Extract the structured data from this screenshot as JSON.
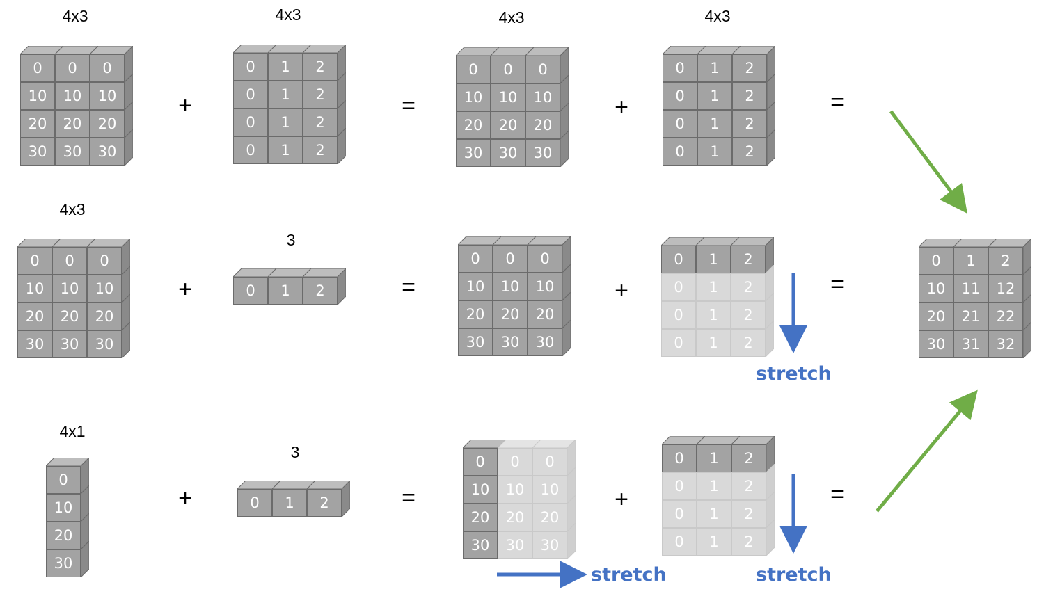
{
  "colors": {
    "green_arrow": "#70ad47",
    "blue_arrow": "#4472c4",
    "cube": "#a3a3a3",
    "ghost": "#d9d9d9"
  },
  "rows": [
    {
      "a": {
        "label": "4x3",
        "cells": [
          [
            "0",
            "0",
            "0"
          ],
          [
            "10",
            "10",
            "10"
          ],
          [
            "20",
            "20",
            "20"
          ],
          [
            "30",
            "30",
            "30"
          ]
        ]
      },
      "b": {
        "label": "4x3",
        "cells": [
          [
            "0",
            "1",
            "2"
          ],
          [
            "0",
            "1",
            "2"
          ],
          [
            "0",
            "1",
            "2"
          ],
          [
            "0",
            "1",
            "2"
          ]
        ]
      },
      "c": {
        "label": "4x3",
        "cells": [
          [
            "0",
            "0",
            "0"
          ],
          [
            "10",
            "10",
            "10"
          ],
          [
            "20",
            "20",
            "20"
          ],
          [
            "30",
            "30",
            "30"
          ]
        ]
      },
      "d": {
        "label": "4x3",
        "cells": [
          [
            "0",
            "1",
            "2"
          ],
          [
            "0",
            "1",
            "2"
          ],
          [
            "0",
            "1",
            "2"
          ],
          [
            "0",
            "1",
            "2"
          ]
        ]
      }
    },
    {
      "a": {
        "label": "4x3",
        "cells": [
          [
            "0",
            "0",
            "0"
          ],
          [
            "10",
            "10",
            "10"
          ],
          [
            "20",
            "20",
            "20"
          ],
          [
            "30",
            "30",
            "30"
          ]
        ]
      },
      "b": {
        "label": "3",
        "cells": [
          [
            "0",
            "1",
            "2"
          ]
        ]
      },
      "c": {
        "label": "",
        "cells": [
          [
            "0",
            "0",
            "0"
          ],
          [
            "10",
            "10",
            "10"
          ],
          [
            "20",
            "20",
            "20"
          ],
          [
            "30",
            "30",
            "30"
          ]
        ]
      },
      "d": {
        "label": "",
        "cells": [
          [
            "0",
            "1",
            "2"
          ],
          [
            "0",
            "1",
            "2"
          ],
          [
            "0",
            "1",
            "2"
          ],
          [
            "0",
            "1",
            "2"
          ]
        ]
      }
    },
    {
      "a": {
        "label": "4x1",
        "cells": [
          [
            "0"
          ],
          [
            "10"
          ],
          [
            "20"
          ],
          [
            "30"
          ]
        ]
      },
      "b": {
        "label": "3",
        "cells": [
          [
            "0",
            "1",
            "2"
          ]
        ]
      },
      "c": {
        "label": "",
        "cells": [
          [
            "0",
            "0",
            "0"
          ],
          [
            "10",
            "10",
            "10"
          ],
          [
            "20",
            "20",
            "20"
          ],
          [
            "30",
            "30",
            "30"
          ]
        ]
      },
      "d": {
        "label": "",
        "cells": [
          [
            "0",
            "1",
            "2"
          ],
          [
            "0",
            "1",
            "2"
          ],
          [
            "0",
            "1",
            "2"
          ],
          [
            "0",
            "1",
            "2"
          ]
        ]
      }
    }
  ],
  "result": {
    "cells": [
      [
        "0",
        "1",
        "2"
      ],
      [
        "10",
        "11",
        "12"
      ],
      [
        "20",
        "21",
        "22"
      ],
      [
        "30",
        "31",
        "32"
      ]
    ]
  },
  "operators": {
    "plus": "+",
    "equals": "="
  },
  "stretch_label": "stretch"
}
